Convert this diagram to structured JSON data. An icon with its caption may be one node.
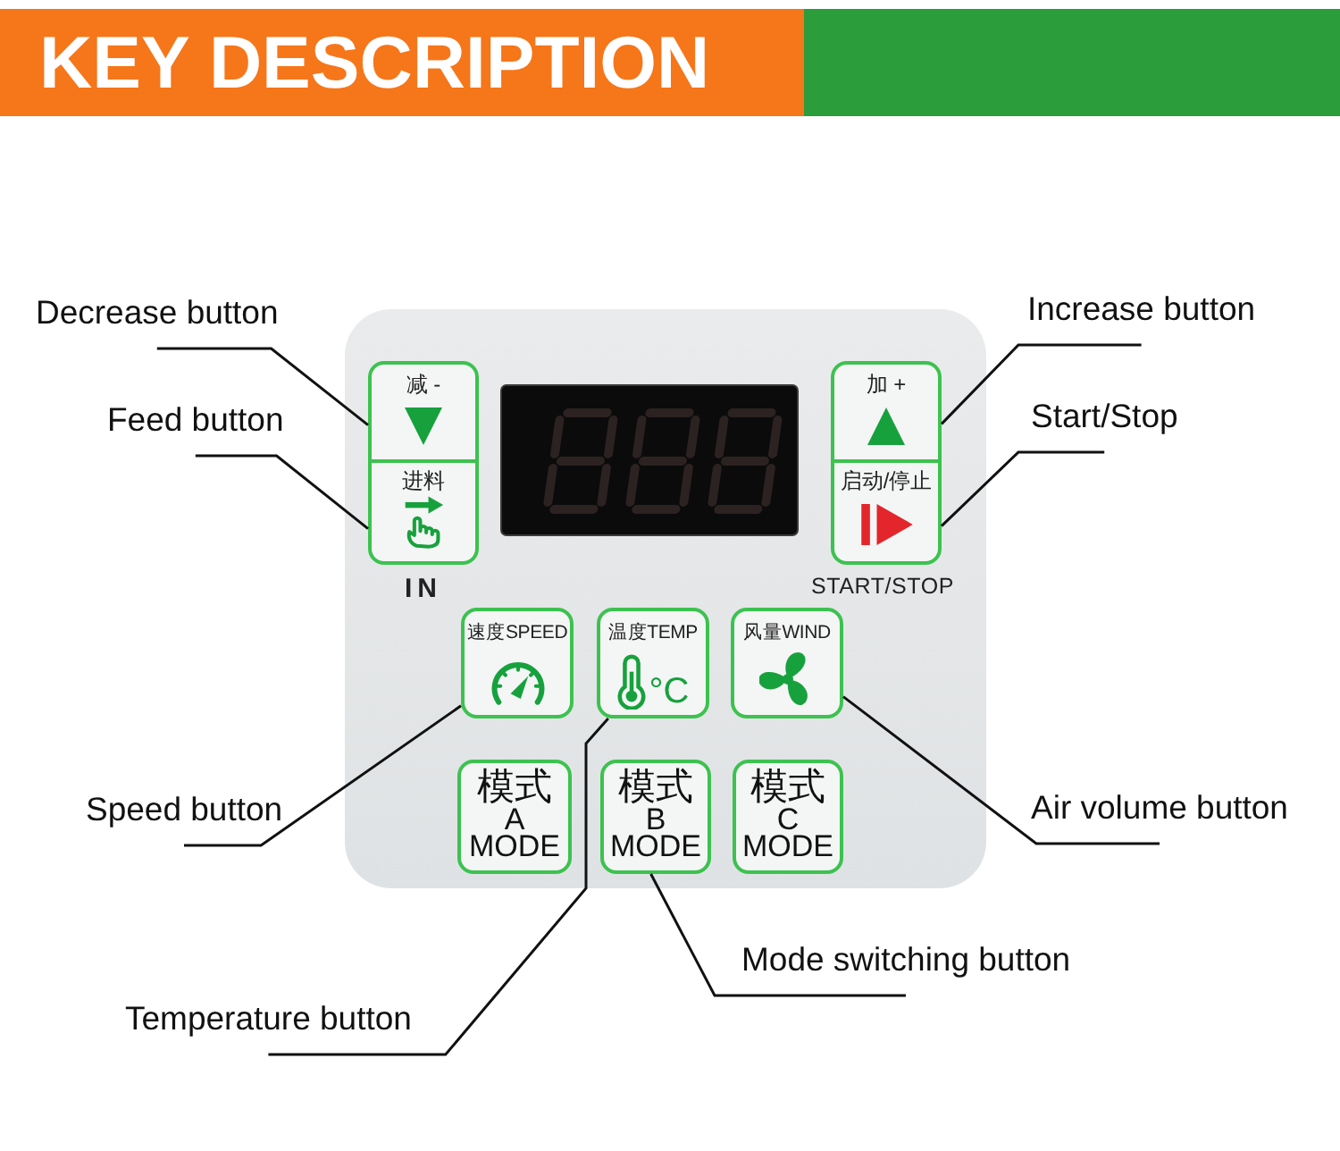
{
  "diagram": {
    "title": "KEY DESCRIPTION",
    "nodes": [
      {
        "text": [],
        "shape": "box"
      },
      {
        "text": [
          "减 -"
        ],
        "in": 0
      },
      {
        "text": [
          "加 +"
        ],
        "in": 0
      },
      {
        "text": [
          "进料"
        ],
        "beside": [
          "IN"
        ],
        "in": 0
      },
      {
        "text": [
          "启动/停止"
        ],
        "beside": [
          "START/STOP"
        ],
        "in": 0
      },
      {
        "text": [
          "速度SPEED"
        ],
        "in": 0
      },
      {
        "text": [
          "温度TEMP",
          "°C"
        ],
        "in": 0
      },
      {
        "text": [
          "风量WIND"
        ],
        "in": 0
      },
      {
        "text": [
          "模式 A MODE"
        ],
        "in": 0
      },
      {
        "text": [
          "模式 B MODE"
        ],
        "in": 0
      },
      {
        "text": [
          "模式 C MODE"
        ],
        "in": 0
      },
      {
        "text": [
          "Decrease button"
        ]
      },
      {
        "text": [
          "Increase button"
        ]
      },
      {
        "text": [
          "Feed button"
        ]
      },
      {
        "text": [
          "Start/Stop"
        ]
      },
      {
        "text": [
          "Speed button"
        ]
      },
      {
        "text": [
          "Air volume button"
        ]
      },
      {
        "text": [
          "Mode switching button"
        ]
      },
      {
        "text": [
          "Temperature button"
        ]
      }
    ],
    "edges": [
      {
        "from": 11,
        "to": 1,
        "arrow": "none"
      },
      {
        "from": 12,
        "to": 2,
        "arrow": "none"
      },
      {
        "from": 13,
        "to": 3,
        "arrow": "none"
      },
      {
        "from": 14,
        "to": 4,
        "arrow": "none"
      },
      {
        "from": 15,
        "to": 5,
        "arrow": "none"
      },
      {
        "from": 16,
        "to": 7,
        "arrow": "none"
      },
      {
        "from": 17,
        "to": 9,
        "arrow": "none"
      },
      {
        "from": 18,
        "to": 6,
        "arrow": "none"
      }
    ]
  }
}
